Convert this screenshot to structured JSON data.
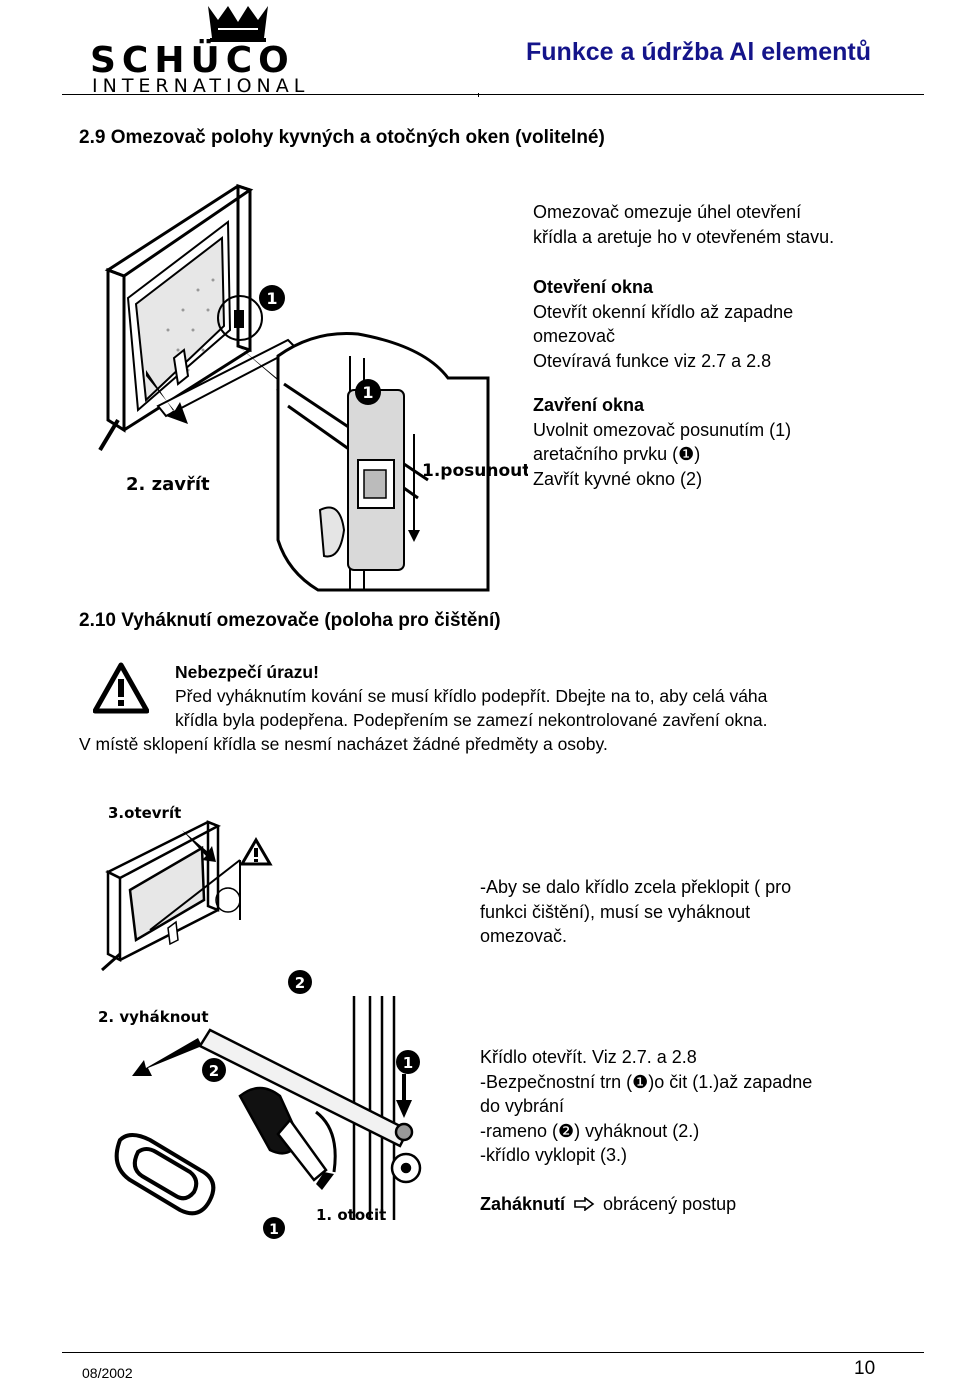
{
  "header": {
    "logo_word": "SCHÜCO",
    "logo_subword": "INTERNATIONAL",
    "title": "Funkce a údržba Al elementů"
  },
  "section1": {
    "heading": "2.9 Omezovač polohy  kyvných a otočných oken (volitelné)",
    "figure": {
      "label_close": "2. zavřít",
      "label_slide": "1.posunout",
      "badge_1": "❶",
      "badge_1b": "❶"
    },
    "intro": [
      "Omezovač omezuje  úhel otevření",
      "křídla  a aretuje ho v otevřeném stavu."
    ],
    "opening": {
      "title": "Otevření okna",
      "lines": [
        "Otevřít okenní křídlo až zapadne",
        "omezovač",
        "Otevíravá funkce viz 2.7  a 2.8"
      ]
    },
    "closing": {
      "title": "Zavření okna",
      "lines": [
        "Uvolnit omezovač posunutím (1)",
        "aretačního prvku (❶)",
        "Zavřít kyvné okno (2)"
      ]
    }
  },
  "section2": {
    "heading": "2.10  Vyháknutí omezovače (poloha pro čištění)",
    "warning": {
      "icon": "warning-triangle-icon",
      "title": "Nebezpečí úrazu!",
      "lines": [
        "Před vyháknutím  kování se musí křídlo podepřít. Dbejte na to, aby celá váha",
        "křídla byla podepřena. Podepřením se zamezí nekontrolované zavření okna."
      ],
      "tail": "V místě sklopení křídla se nesmí nacházet žádné předměty a osoby."
    },
    "figure": {
      "label_open": "3.otevrít",
      "label_unhook": "2. vyháknout",
      "label_turn": "1. otocit",
      "badge_2a": "❷",
      "badge_2b": "❷",
      "badge_1a": "❶",
      "badge_1b": "❶"
    },
    "unhook_text": [
      "-Aby se dalo křídlo zcela překlopit ( pro",
      "funkci čištění), musí  se vyháknout",
      "omezovač."
    ],
    "steps": [
      "Křídlo otevřít. Viz 2.7. a 2.8",
      "-Bezpečnostní trn (❶)o čit (1.)až zapadne",
      "do vybrání",
      "-rameno (❷) vyháknout  (2.)",
      "-křídlo vyklopit (3.)"
    ],
    "rehook": {
      "title": "Zaháknutí",
      "arrow_icon": "hollow-arrow-right-icon",
      "text": "obrácený postup"
    }
  },
  "footer": {
    "date": "08/2002",
    "page": "10"
  }
}
